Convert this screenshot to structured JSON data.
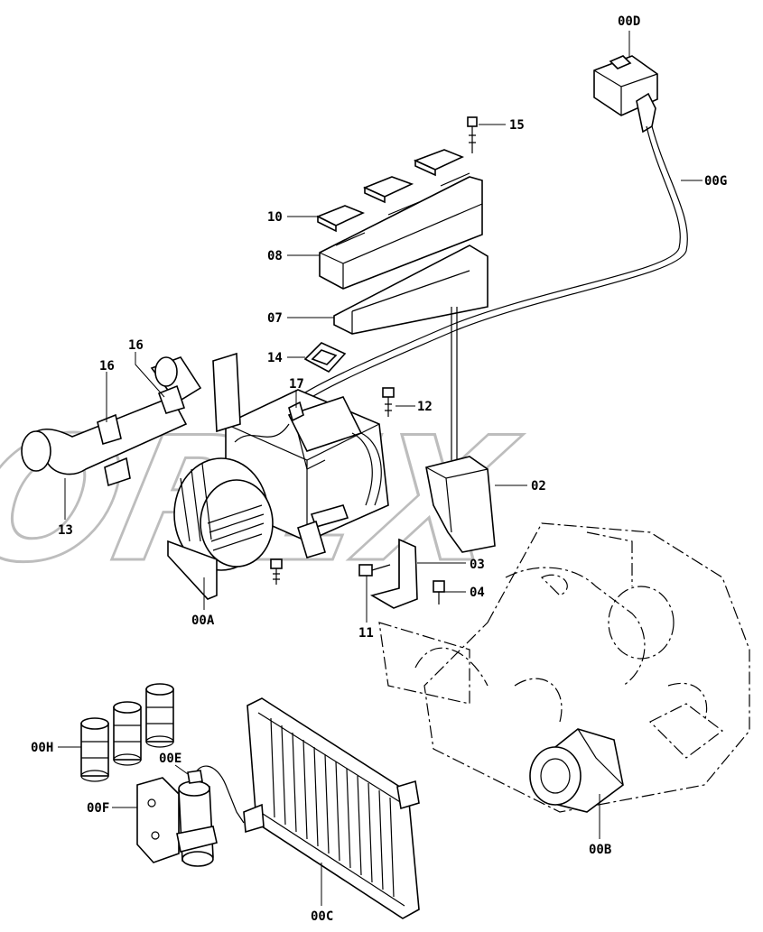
{
  "watermark": "OREX",
  "labels": {
    "p00D": "00D",
    "p15": "15",
    "p00G": "00G",
    "p10": "10",
    "p08": "08",
    "p07": "07",
    "p14": "14",
    "p16a": "16",
    "p16b": "16",
    "p17": "17",
    "p12": "12",
    "p02": "02",
    "p13": "13",
    "p03": "03",
    "p04": "04",
    "p11": "11",
    "p00A": "00A",
    "p00H": "00H",
    "p00E": "00E",
    "p00F": "00F",
    "p00B": "00B",
    "p00C": "00C"
  }
}
